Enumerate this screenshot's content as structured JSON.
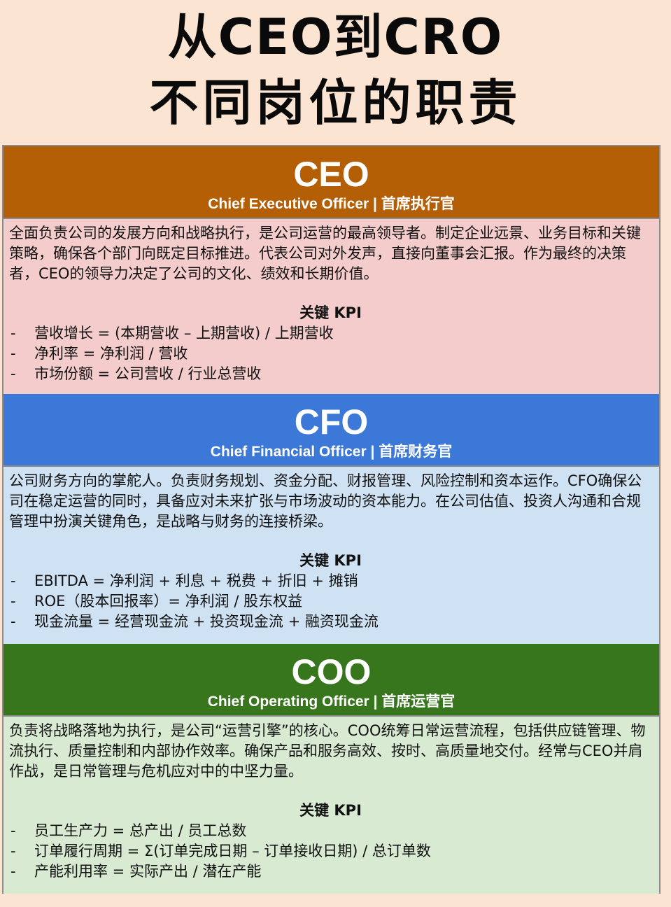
{
  "title": {
    "line1": "从CEO到CRO",
    "line2": "不同岗位的职责"
  },
  "colors": {
    "page_bg": "#fbe5d2",
    "ceo_header": "#b45f06",
    "ceo_body": "#f4cccc",
    "cfo_header": "#3c78d8",
    "cfo_body": "#cfe2f3",
    "coo_header": "#38761d",
    "coo_body": "#d9ead3"
  },
  "sections": [
    {
      "abbr": "CEO",
      "subtitle": "Chief Executive Officer | 首席执行官",
      "description": "全面负责公司的发展方向和战略执行，是公司运营的最高领导者。制定企业远景、业务目标和关键策略，确保各个部门向既定目标推进。代表公司对外发声，直接向董事会汇报。作为最终的决策者，CEO的领导力决定了公司的文化、绩效和长期价值。",
      "kpi_title": "关键 KPI",
      "kpis": [
        "营收增长 = (本期营收 – 上期营收) / 上期营收",
        "净利率 = 净利润 / 营收",
        "市场份额 = 公司营收 / 行业总营收"
      ]
    },
    {
      "abbr": "CFO",
      "subtitle": "Chief Financial Officer | 首席财务官",
      "description": "公司财务方向的掌舵人。负责财务规划、资金分配、财报管理、风险控制和资本运作。CFO确保公司在稳定运营的同时，具备应对未来扩张与市场波动的资本能力。在公司估值、投资人沟通和合规管理中扮演关键角色，是战略与财务的连接桥梁。",
      "kpi_title": "关键 KPI",
      "kpis": [
        "EBITDA = 净利润 + 利息 + 税费 + 折旧 + 摊销",
        "ROE（股本回报率）= 净利润 / 股东权益",
        "现金流量 = 经营现金流 + 投资现金流 + 融资现金流"
      ]
    },
    {
      "abbr": "COO",
      "subtitle": "Chief Operating Officer | 首席运营官",
      "description": "负责将战略落地为执行，是公司“运营引擎”的核心。COO统筹日常运营流程，包括供应链管理、物流执行、质量控制和内部协作效率。确保产品和服务高效、按时、高质量地交付。经常与CEO并肩作战，是日常管理与危机应对中的中坚力量。",
      "kpi_title": "关键 KPI",
      "kpis": [
        "员工生产力 = 总产出 / 员工总数",
        "订单履行周期 = Σ(订单完成日期 – 订单接收日期) / 总订单数",
        "产能利用率 = 实际产出 / 潜在产能"
      ]
    }
  ]
}
